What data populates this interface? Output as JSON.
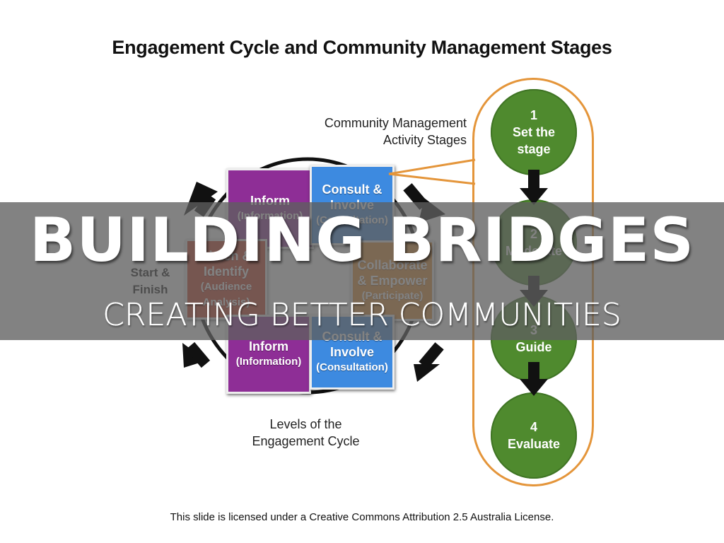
{
  "slide": {
    "title": "Engagement Cycle and Community Management Stages",
    "footer": "This slide is licensed under a Creative Commons Attribution 2.5 Australia License."
  },
  "cycle": {
    "caption_top": [
      "Community Management",
      "Activity Stages"
    ],
    "caption_bottom": [
      "Levels of the",
      "Engagement Cycle"
    ],
    "start_label": [
      "Start &",
      "Finish"
    ],
    "boxes": [
      {
        "main": "Inform",
        "sub": "(Information)",
        "color": "#8e2e96"
      },
      {
        "main": "Consult & Involve",
        "sub": "(Consultation)",
        "color": "#3d8ae0"
      },
      {
        "main": "Listen & Identify",
        "sub": "(Audience Analysis)",
        "color": "#c8361f"
      },
      {
        "main": "Collaborate & Empower",
        "sub": "(Participate)",
        "color": "#e0882b"
      },
      {
        "main": "Inform",
        "sub": "(Information)",
        "color": "#8e2e96"
      },
      {
        "main": "Consult & Involve",
        "sub": "(Consultation)",
        "color": "#3d8ae0"
      }
    ]
  },
  "stages": [
    {
      "number": "1",
      "label": "Set the stage"
    },
    {
      "number": "2",
      "label": "Moderate"
    },
    {
      "number": "3",
      "label": "Guide"
    },
    {
      "number": "4",
      "label": "Evaluate"
    }
  ],
  "colors": {
    "stage_green": "#4f8a2e",
    "frame_orange": "#e4953a",
    "banner_gray": "#6e6e6e"
  },
  "banner": {
    "title": "BUILDING BRIDGES",
    "subtitle": "CREATING BETTER COMMUNITIES"
  }
}
